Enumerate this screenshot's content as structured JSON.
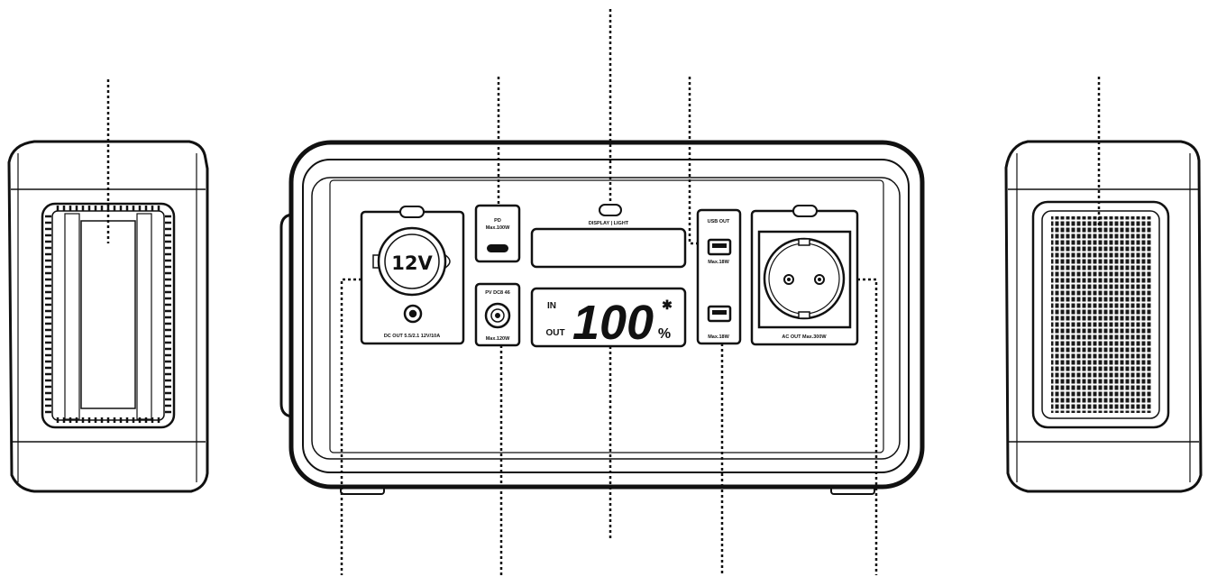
{
  "diagram": {
    "cigarette_socket_label": "12V",
    "dc_out_label": "DC OUT 5.5/2.1 12V/10A",
    "pd_label": "PD",
    "pd_max": "Max.100W",
    "pv_label": "PV DC8 46",
    "pv_max": "Max.120W",
    "display_light_label": "DISPLAY | LIGHT",
    "lcd_in": "IN",
    "lcd_out": "OUT",
    "lcd_value": "100",
    "lcd_unit": "%",
    "lcd_bluetooth": "✱",
    "usb_out_label": "USB OUT",
    "usb_top_max": "Max.18W",
    "usb_bottom_max": "Max.18W",
    "ac_out_label": "AC OUT Max.300W"
  },
  "colors": {
    "line": "#111111",
    "vent": "#1a1a1a",
    "background": "#ffffff"
  }
}
